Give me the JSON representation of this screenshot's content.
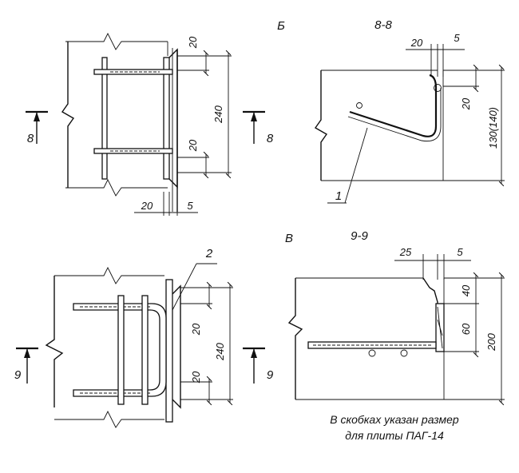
{
  "views": {
    "b": {
      "letter": "Б",
      "section_label": "8-8",
      "cut_mark_left": "8",
      "cut_mark_right": "8",
      "plan_dims": {
        "top_offset": "20",
        "height": "240",
        "bottom_offset": "20",
        "width_a": "20",
        "width_b": "5"
      },
      "section_dims": {
        "width_a": "20",
        "width_b": "5",
        "offset": "20",
        "height": "130(140)"
      },
      "callout": "1"
    },
    "v": {
      "letter": "В",
      "section_label": "9-9",
      "cut_mark_left": "9",
      "cut_mark_right": "9",
      "plan_dims": {
        "top_offset": "20",
        "height": "240",
        "bottom_offset": "20"
      },
      "section_dims": {
        "width_a": "25",
        "width_b": "5",
        "top": "40",
        "mid": "60",
        "height": "200"
      },
      "callout": "2"
    }
  },
  "note": {
    "line1": "В скобках указан размер",
    "line2": "для плиты ПАГ-14"
  }
}
